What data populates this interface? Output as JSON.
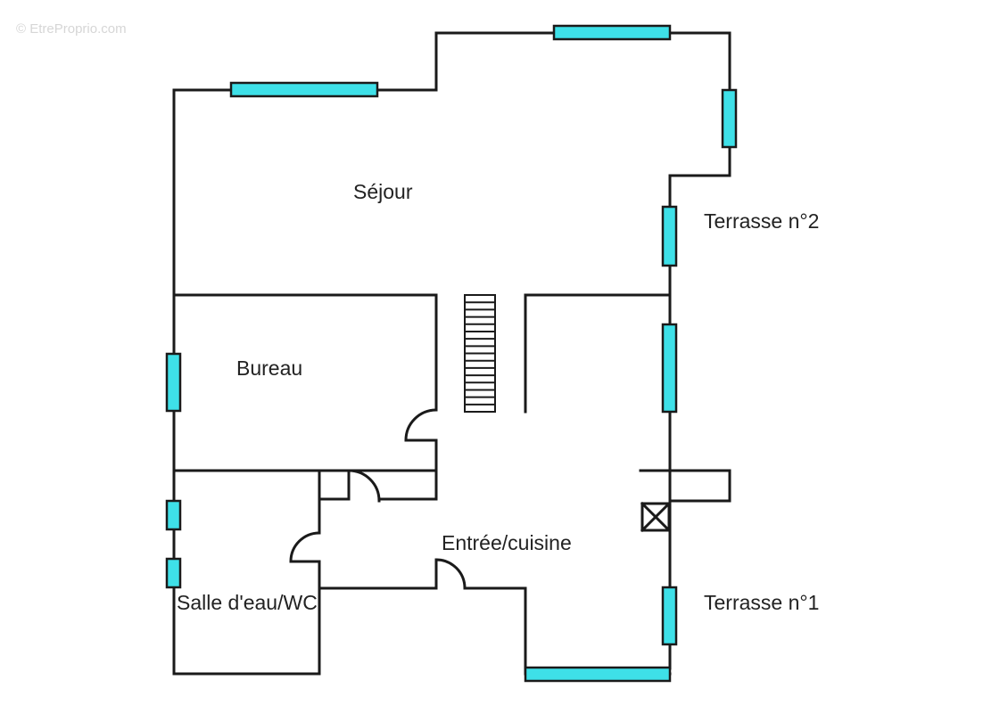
{
  "watermark": "© EtreProprio.com",
  "rooms": {
    "sejour": "Séjour",
    "terrasse_2": "Terrasse n°2",
    "bureau": "Bureau",
    "entree_cuisine": "Entrée/cuisine",
    "salle_eau_wc": "Salle d'eau/WC",
    "terrasse_1": "Terrasse n°1"
  },
  "colors": {
    "wall": "#1a1a1a",
    "window": "#3ee0e8",
    "background": "#ffffff"
  }
}
